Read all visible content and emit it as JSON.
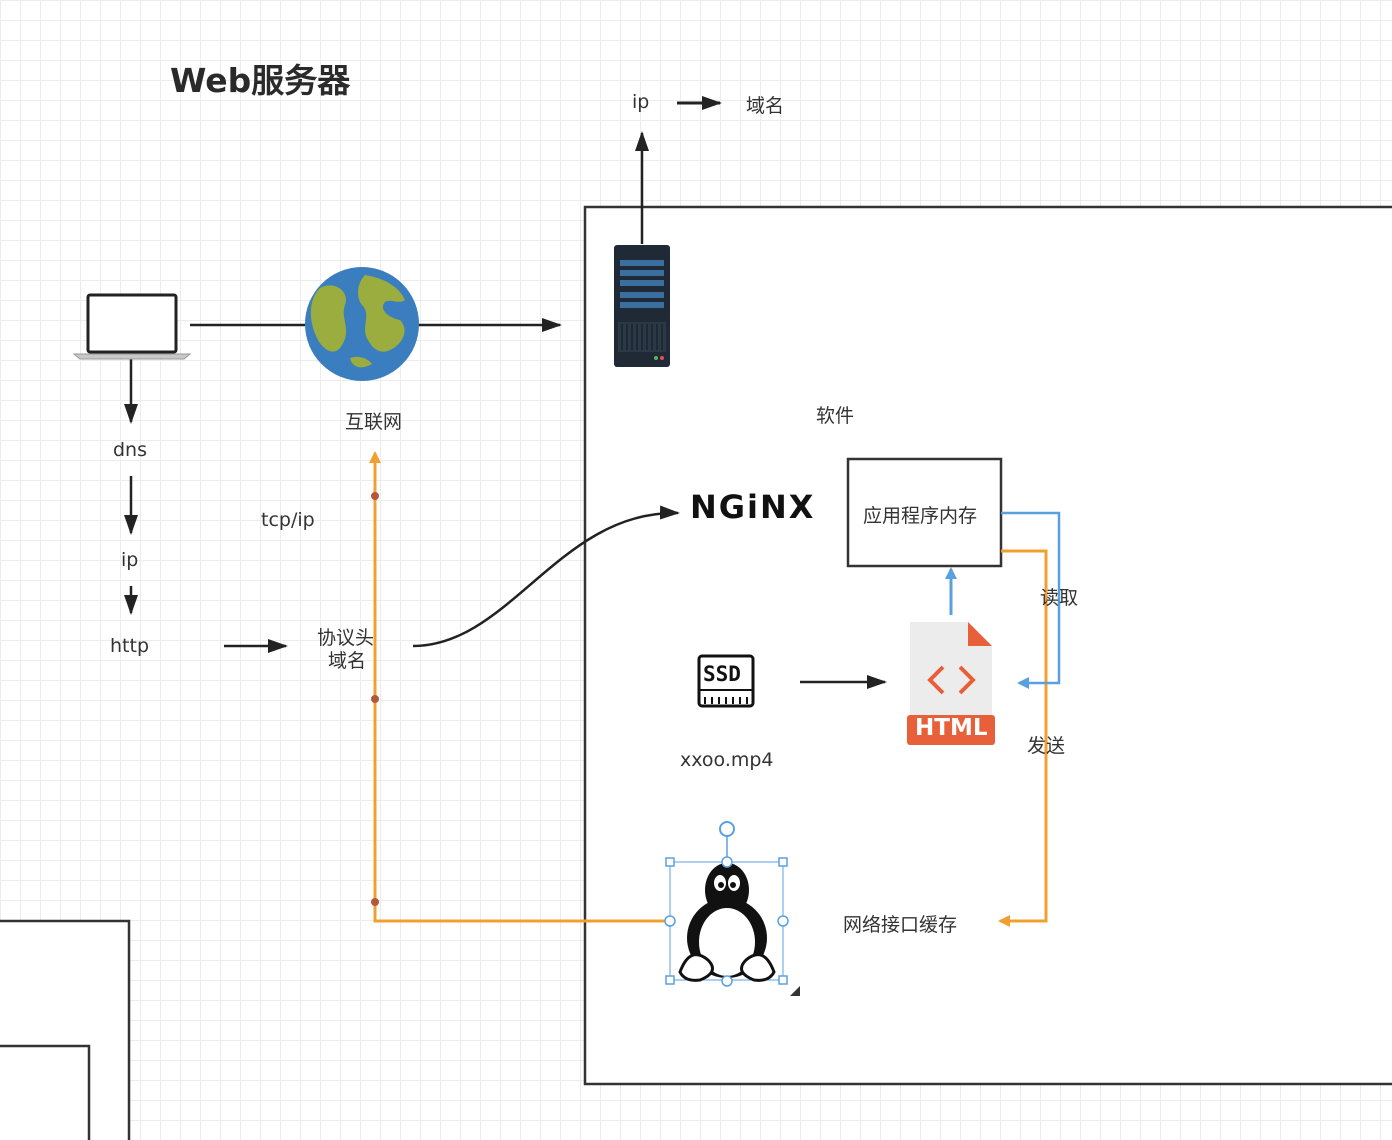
{
  "title": "Web服务器",
  "labels": {
    "ip_top": "ip",
    "domain_top": "域名",
    "internet": "互联网",
    "dns": "dns",
    "ip_left": "ip",
    "http": "http",
    "tcpip": "tcp/ip",
    "protocol_header": "协议头",
    "domain_mid": "域名",
    "software": "软件",
    "app_memory": "应用程序内存",
    "read": "读取",
    "send": "发送",
    "file_name": "xxoo.mp4",
    "net_buffer": "网络接口缓存",
    "nginx": "NGiNX",
    "ssd": "SSD",
    "html_badge": "HTML"
  },
  "colors": {
    "orange": "#f0a030",
    "blue": "#5aa0e0",
    "html_orange": "#e8603a",
    "earth_ocean": "#3a7ebf",
    "earth_land": "#9aad3e",
    "server_dark": "#1f2a36",
    "server_blue": "#3b6fa0"
  },
  "icons": [
    "laptop-icon",
    "globe-icon",
    "server-icon",
    "ssd-icon",
    "html-file-icon",
    "linux-penguin-icon"
  ]
}
